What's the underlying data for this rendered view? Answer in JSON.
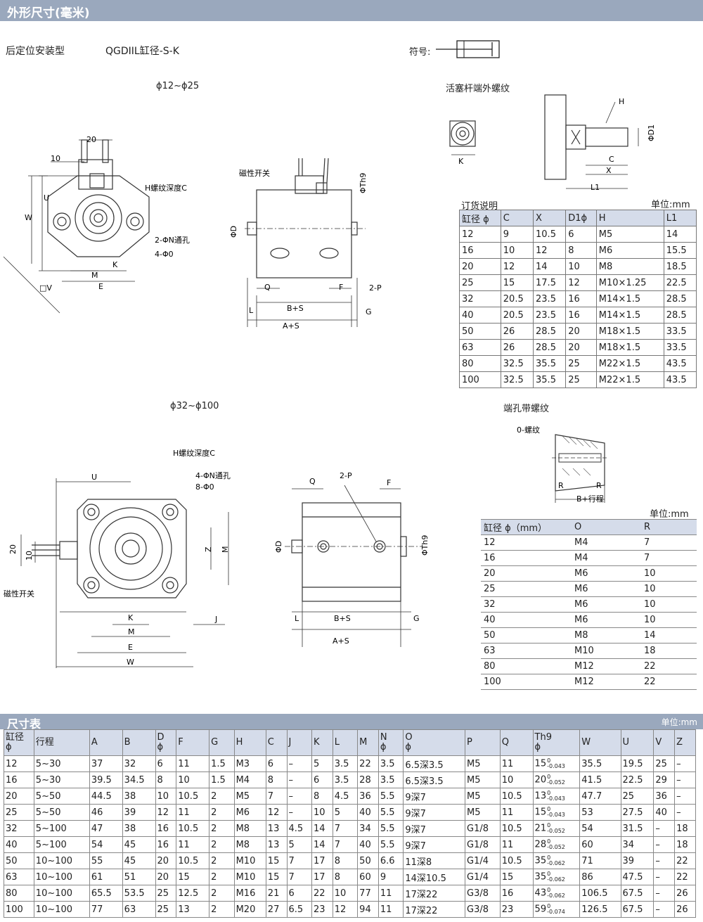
{
  "header1": {
    "title": "外形尺寸(毫米)"
  },
  "subtitle": {
    "type": "后定位安装型",
    "model": "QGDIIL缸径-S-K",
    "symbol": "符号:"
  },
  "sec_small": "ϕ12~ϕ25",
  "sec_large": "ϕ32~ϕ100",
  "piston_title": "活塞杆端外螺纹",
  "endhole_title": "端孔带螺纹",
  "labels_small": {
    "d20": "20",
    "d10": "10",
    "u": "U",
    "w": "W",
    "h": "H螺纹深度C",
    "n": "2-ΦN通孔",
    "o": "4-Φ0",
    "k": "K",
    "m": "M",
    "e": "E",
    "v": "□V",
    "switch": "磁性开关",
    "th9": "ΦTh9",
    "d": "ΦD",
    "q": "Q",
    "f": "F",
    "p": "2-P",
    "l": "L",
    "bs": "B+S",
    "g": "G",
    "as": "A+S"
  },
  "labels_large": {
    "h": "H螺纹深度C",
    "n": "4-ΦN通孔",
    "o": "8-Φ0",
    "u": "U",
    "d20": "20",
    "d10": "10",
    "z": "Z",
    "m": "M",
    "switch": "磁性开关",
    "k": "K",
    "m2": "M",
    "e": "E",
    "w": "W",
    "j": "J",
    "q": "Q",
    "p": "2-P",
    "f": "F",
    "d": "ΦD",
    "th9": "ΦTh9",
    "l": "L",
    "bs": "B+S",
    "g": "G",
    "as": "A+S"
  },
  "labels_rod": {
    "h": "H",
    "d1": "ΦD1",
    "c": "C",
    "x": "X",
    "l1": "L1",
    "k": "K"
  },
  "labels_hole": {
    "o": "0-螺纹",
    "r1": "R",
    "r2": "R",
    "bs": "B+行程"
  },
  "order": {
    "title": "订货说明",
    "unit": "单位:mm",
    "headers": [
      "缸径 ϕ",
      "C",
      "X",
      "D1ϕ",
      "H",
      "L1"
    ],
    "rows": [
      [
        "12",
        "9",
        "10.5",
        "6",
        "M5",
        "14"
      ],
      [
        "16",
        "10",
        "12",
        "8",
        "M6",
        "15.5"
      ],
      [
        "20",
        "12",
        "14",
        "10",
        "M8",
        "18.5"
      ],
      [
        "25",
        "15",
        "17.5",
        "12",
        "M10×1.25",
        "22.5"
      ],
      [
        "32",
        "20.5",
        "23.5",
        "16",
        "M14×1.5",
        "28.5"
      ],
      [
        "40",
        "20.5",
        "23.5",
        "16",
        "M14×1.5",
        "28.5"
      ],
      [
        "50",
        "26",
        "28.5",
        "20",
        "M18×1.5",
        "33.5"
      ],
      [
        "63",
        "26",
        "28.5",
        "20",
        "M18×1.5",
        "33.5"
      ],
      [
        "80",
        "32.5",
        "35.5",
        "25",
        "M22×1.5",
        "43.5"
      ],
      [
        "100",
        "32.5",
        "35.5",
        "25",
        "M22×1.5",
        "43.5"
      ]
    ]
  },
  "endhole": {
    "unit": "单位:mm",
    "headers": [
      "缸径 ϕ（mm）",
      "O",
      "R"
    ],
    "rows": [
      [
        "12",
        "M4",
        "7"
      ],
      [
        "16",
        "M4",
        "7"
      ],
      [
        "20",
        "M6",
        "10"
      ],
      [
        "25",
        "M6",
        "10"
      ],
      [
        "32",
        "M6",
        "10"
      ],
      [
        "40",
        "M6",
        "10"
      ],
      [
        "50",
        "M8",
        "14"
      ],
      [
        "63",
        "M10",
        "18"
      ],
      [
        "80",
        "M12",
        "22"
      ],
      [
        "100",
        "M12",
        "22"
      ]
    ]
  },
  "dims": {
    "title": "尺寸表",
    "unit": "单位:mm",
    "headers": [
      [
        "缸径",
        "ϕ"
      ],
      [
        "行程",
        ""
      ],
      [
        "A",
        ""
      ],
      [
        "B",
        ""
      ],
      [
        "D",
        "ϕ"
      ],
      [
        "F",
        ""
      ],
      [
        "G",
        ""
      ],
      [
        "H",
        ""
      ],
      [
        "C",
        ""
      ],
      [
        "J",
        ""
      ],
      [
        "K",
        ""
      ],
      [
        "L",
        ""
      ],
      [
        "M",
        ""
      ],
      [
        "N",
        "ϕ"
      ],
      [
        "O",
        "ϕ"
      ],
      [
        "P",
        ""
      ],
      [
        "Q",
        ""
      ],
      [
        "Th9",
        "ϕ"
      ],
      [
        "W",
        ""
      ],
      [
        "U",
        ""
      ],
      [
        "V",
        ""
      ],
      [
        "Z",
        ""
      ]
    ],
    "rows": [
      {
        "c": [
          "12",
          "5~30",
          "37",
          "32",
          "6",
          "11",
          "1.5",
          "M3",
          "6",
          "–",
          "5",
          "3.5",
          "22",
          "3.5",
          "6.5深3.5",
          "M5",
          "11"
        ],
        "th": "15",
        "tu": "0",
        "tl": "-0.043",
        "e": [
          "35.5",
          "19.5",
          "25",
          "–"
        ]
      },
      {
        "c": [
          "16",
          "5~30",
          "39.5",
          "34.5",
          "8",
          "10",
          "1.5",
          "M4",
          "8",
          "–",
          "6",
          "3.5",
          "28",
          "3.5",
          "6.5深3.5",
          "M5",
          "10"
        ],
        "th": "20",
        "tu": "0",
        "tl": "-0.052",
        "e": [
          "41.5",
          "22.5",
          "29",
          "–"
        ]
      },
      {
        "c": [
          "20",
          "5~50",
          "44.5",
          "38",
          "10",
          "10.5",
          "2",
          "M5",
          "7",
          "–",
          "8",
          "4.5",
          "36",
          "5.5",
          "9深7",
          "M5",
          "10.5"
        ],
        "th": "13",
        "tu": "0",
        "tl": "-0.043",
        "e": [
          "47.7",
          "25",
          "36",
          "–"
        ]
      },
      {
        "c": [
          "25",
          "5~50",
          "46",
          "39",
          "12",
          "11",
          "2",
          "M6",
          "12",
          "–",
          "10",
          "5",
          "40",
          "5.5",
          "9深7",
          "M5",
          "11"
        ],
        "th": "15",
        "tu": "0",
        "tl": "-0.043",
        "e": [
          "53",
          "27.5",
          "40",
          "–"
        ]
      },
      {
        "c": [
          "32",
          "5~100",
          "47",
          "38",
          "16",
          "10.5",
          "2",
          "M8",
          "13",
          "4.5",
          "14",
          "7",
          "34",
          "5.5",
          "9深7",
          "G1/8",
          "10.5"
        ],
        "th": "21",
        "tu": "0",
        "tl": "-0.052",
        "e": [
          "54",
          "31.5",
          "–",
          "18"
        ]
      },
      {
        "c": [
          "40",
          "5~100",
          "54",
          "45",
          "16",
          "11",
          "2",
          "M8",
          "13",
          "5",
          "14",
          "7",
          "40",
          "5.5",
          "9深7",
          "G1/8",
          "11"
        ],
        "th": "28",
        "tu": "0",
        "tl": "-0.052",
        "e": [
          "60",
          "34",
          "–",
          "18"
        ]
      },
      {
        "c": [
          "50",
          "10~100",
          "55",
          "45",
          "20",
          "10.5",
          "2",
          "M10",
          "15",
          "7",
          "17",
          "8",
          "50",
          "6.6",
          "11深8",
          "G1/4",
          "10.5"
        ],
        "th": "35",
        "tu": "0",
        "tl": "-0.062",
        "e": [
          "71",
          "39",
          "–",
          "22"
        ]
      },
      {
        "c": [
          "63",
          "10~100",
          "61",
          "51",
          "20",
          "15",
          "2",
          "M10",
          "15",
          "7",
          "17",
          "8",
          "60",
          "9",
          "14深10.5",
          "G1/4",
          "15"
        ],
        "th": "35",
        "tu": "0",
        "tl": "-0.062",
        "e": [
          "86",
          "47.5",
          "–",
          "22"
        ]
      },
      {
        "c": [
          "80",
          "10~100",
          "65.5",
          "53.5",
          "25",
          "12.5",
          "2",
          "M16",
          "21",
          "6",
          "22",
          "10",
          "77",
          "11",
          "17深22",
          "G3/8",
          "16"
        ],
        "th": "43",
        "tu": "0",
        "tl": "-0.062",
        "e": [
          "106.5",
          "67.5",
          "–",
          "26"
        ]
      },
      {
        "c": [
          "100",
          "10~100",
          "77",
          "63",
          "25",
          "13",
          "2",
          "M20",
          "27",
          "6.5",
          "23",
          "12",
          "94",
          "11",
          "17深22",
          "G3/8",
          "23"
        ],
        "th": "59",
        "tu": "0",
        "tl": "-0.074",
        "e": [
          "126.5",
          "67.5",
          "–",
          "26"
        ]
      }
    ]
  }
}
